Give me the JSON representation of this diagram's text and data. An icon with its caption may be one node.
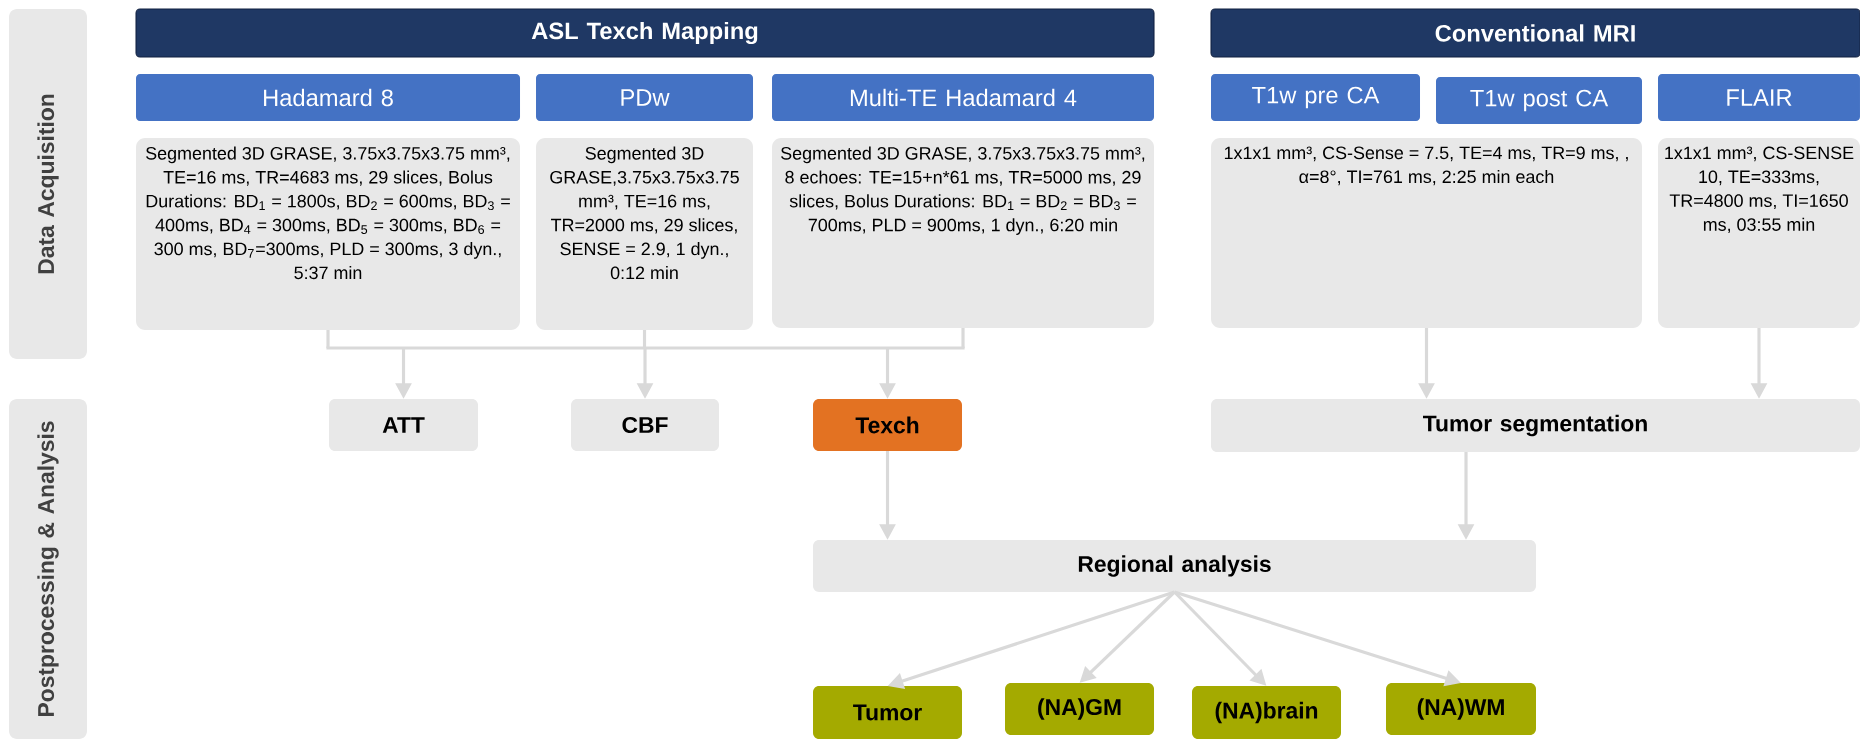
{
  "diagram": {
    "nodes": [
      {
        "text": [
          "Data Acquisition"
        ]
      },
      {
        "text": [
          "ASL Texch Mapping"
        ]
      },
      {
        "text": [
          "Conventional MRI"
        ]
      },
      {
        "text": [
          "Hadamard 8"
        ]
      },
      {
        "text": [
          "PDw"
        ]
      },
      {
        "text": [
          "Multi-TE Hadamard 4"
        ]
      },
      {
        "text": [
          "T1w pre CA"
        ]
      },
      {
        "text": [
          "T1w post CA"
        ]
      },
      {
        "text": [
          "FLAIR"
        ]
      },
      {
        "text": [
          "Segmented 3D GRASE, 3.75x3.75x3.75 mm³, TE=16 ms, TR=4683 ms, 29 slices, Bolus Durations: BD$_{1}$ = 1800s, BD$_{2}$ = 600ms, BD$_{3}$ = 400ms, BD$_{4}$ = 300ms, BD$_{5}$ = 300ms, BD$_{6}$ = 300 ms, BD$_{7}$=300ms, PLD = 300ms, 3 dyn., 5:37 min"
        ]
      },
      {
        "text": [
          "Segmented 3D GRASE,3.75x3.75x3.75 mm³, TE=16 ms, TR=2000 ms, 29 slices, SENSE = 2.9, 1 dyn., 0:12 min"
        ]
      },
      {
        "text": [
          "Segmented 3D GRASE, 3.75x3.75x3.75 mm³, 8 echoes: TE=15+n*61 ms, TR=5000 ms, 29 slices, Bolus Durations: BD$_{1}$ = BD$_{2}$ = BD$_{3}$ = 700ms, PLD = 900ms, 1 dyn., 6:20 min"
        ]
      },
      {
        "text": [
          "1x1x1 mm³, CS-Sense = 7.5, TE=4 ms, TR=9 ms, , α=8°, TI=761 ms, 2:25 min each"
        ]
      },
      {
        "text": [
          "1x1x1 mm³, CS-SENSE 10, TE=333ms, TR=4800 ms, TI=1650 ms, 03:55 min"
        ]
      },
      {
        "text": [
          "Postprocessing & Analysis"
        ]
      },
      {
        "text": [
          "ATT"
        ]
      },
      {
        "text": [
          "CBF"
        ]
      },
      {
        "text": [
          "Texch"
        ]
      },
      {
        "text": [
          "Tumor segmentation"
        ]
      },
      {
        "text": [
          "Regional analysis"
        ]
      },
      {
        "text": [
          "Tumor"
        ]
      },
      {
        "text": [
          "(NA)GM"
        ]
      },
      {
        "text": [
          "(NA)brain"
        ]
      },
      {
        "text": [
          "(NA)WM"
        ]
      }
    ],
    "edges": [
      {
        "from": 9,
        "to": 15,
        "arrow": "to"
      },
      {
        "from": 9,
        "to": 16,
        "arrow": "to"
      },
      {
        "from": 9,
        "to": 17,
        "arrow": "to"
      },
      {
        "from": 10,
        "to": 15,
        "arrow": "to"
      },
      {
        "from": 10,
        "to": 16,
        "arrow": "to"
      },
      {
        "from": 10,
        "to": 17,
        "arrow": "to"
      },
      {
        "from": 11,
        "to": 15,
        "arrow": "to"
      },
      {
        "from": 11,
        "to": 16,
        "arrow": "to"
      },
      {
        "from": 11,
        "to": 17,
        "arrow": "to"
      },
      {
        "from": 12,
        "to": 18,
        "arrow": "to"
      },
      {
        "from": 13,
        "to": 18,
        "arrow": "to"
      },
      {
        "from": 17,
        "to": 19,
        "arrow": "to"
      },
      {
        "from": 18,
        "to": 19,
        "arrow": "to"
      },
      {
        "from": 19,
        "to": 20,
        "arrow": "to"
      },
      {
        "from": 19,
        "to": 21,
        "arrow": "to"
      },
      {
        "from": 19,
        "to": 22,
        "arrow": "to"
      },
      {
        "from": 19,
        "to": 23,
        "arrow": "to"
      }
    ]
  }
}
